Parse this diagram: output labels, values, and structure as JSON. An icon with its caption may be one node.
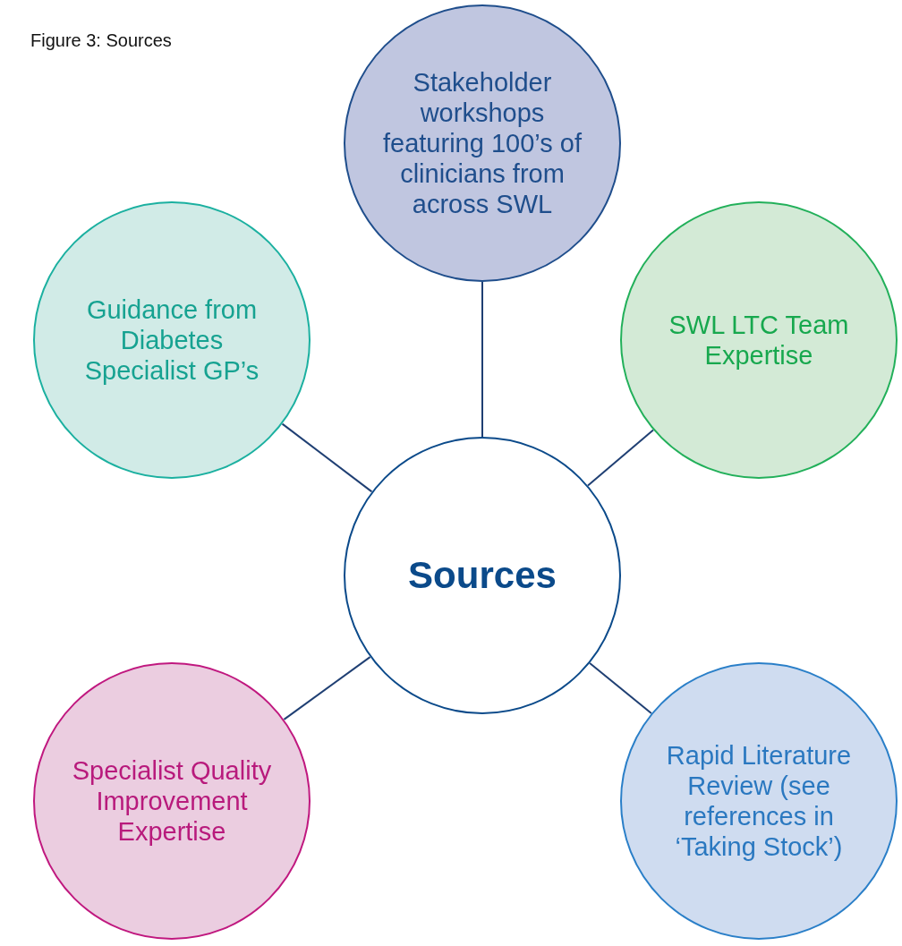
{
  "diagram": {
    "title": "Figure 3: Sources",
    "nodes": [
      {
        "text": [
          "Stakeholder workshops featuring 100’s of clinicians from across SWL"
        ]
      },
      {
        "text": [
          "Guidance from Diabetes Specialist GP’s"
        ]
      },
      {
        "text": [
          "SWL LTC Team Expertise"
        ]
      },
      {
        "text": [
          "Sources"
        ]
      },
      {
        "text": [
          "Specialist Quality Improvement Expertise"
        ]
      },
      {
        "text": [
          "Rapid Literature Review (see references in ‘Taking Stock’)"
        ]
      }
    ],
    "edges": [
      {
        "from": 3,
        "to": 0,
        "arrow": "none"
      },
      {
        "from": 3,
        "to": 1,
        "arrow": "none"
      },
      {
        "from": 3,
        "to": 2,
        "arrow": "none"
      },
      {
        "from": 3,
        "to": 4,
        "arrow": "none"
      },
      {
        "from": 3,
        "to": 5,
        "arrow": "none"
      }
    ]
  }
}
